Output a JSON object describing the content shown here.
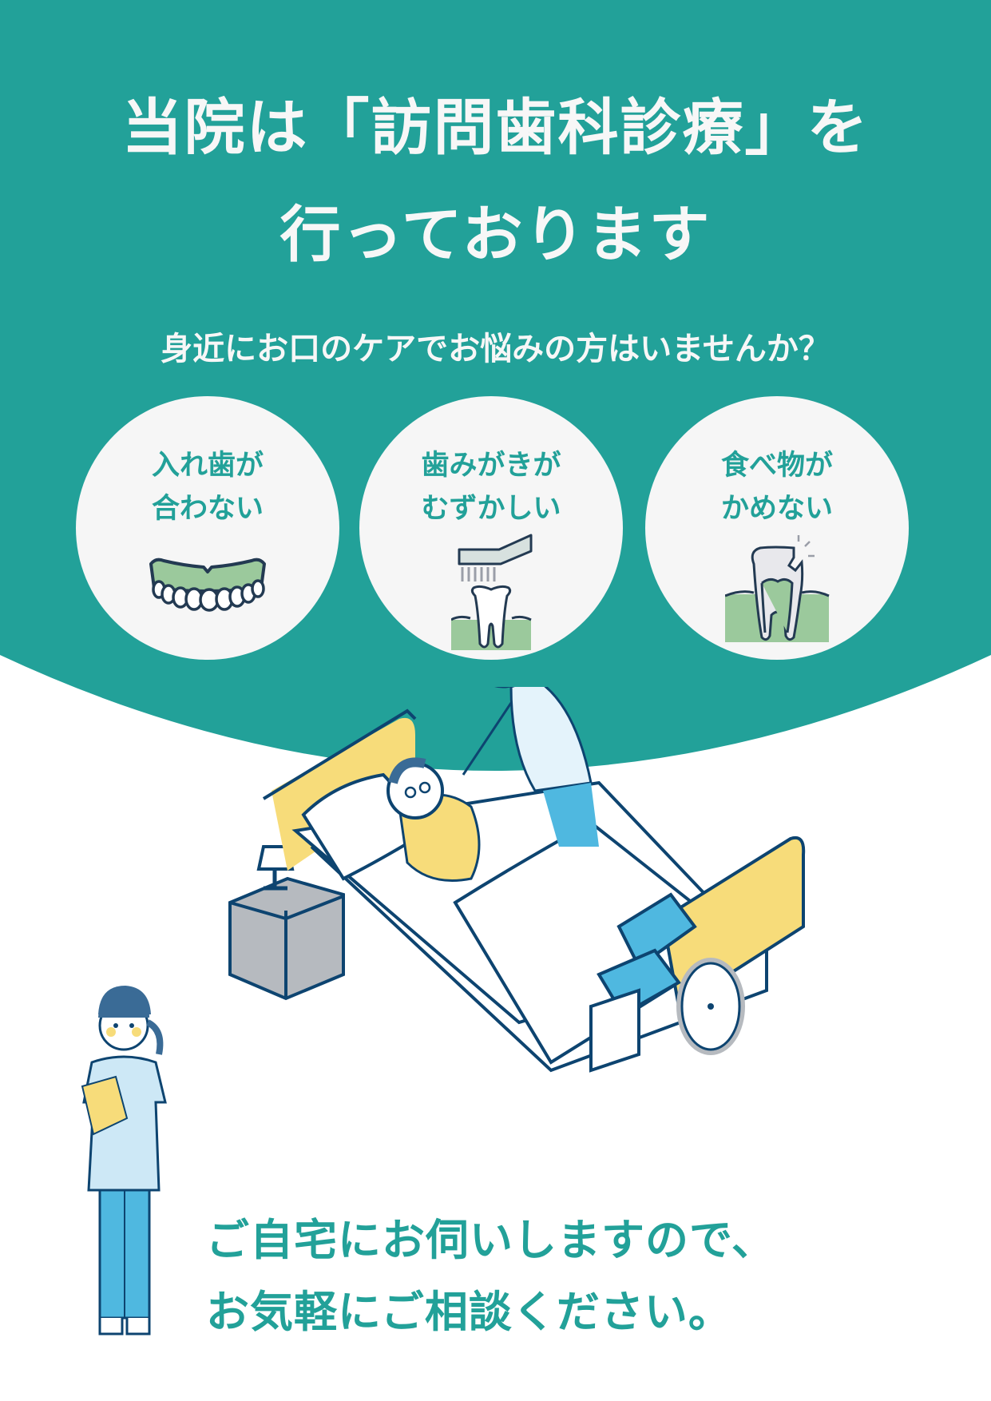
{
  "colors": {
    "teal": "#22a199",
    "circle_bg": "#f6f6f6",
    "gum_green": "#9bc99c",
    "navy": "#0d4470",
    "yellow": "#f7dc7a",
    "sky_blue": "#4fb8e0",
    "gray": "#b6babf"
  },
  "header": {
    "title_line1": "当院は「訪問歯科診療」を",
    "title_line2": "行っております",
    "subtitle": "身近にお口のケアでお悩みの方はいませんか？"
  },
  "concerns": [
    {
      "line1": "入れ歯が",
      "line2": "合わない",
      "icon": "denture-icon"
    },
    {
      "line1": "歯みがきが",
      "line2": "むずかしい",
      "icon": "toothbrush-tooth-icon"
    },
    {
      "line1": "食べ物が",
      "line2": "かめない",
      "icon": "broken-tooth-icon"
    }
  ],
  "closing": {
    "line1": "ご自宅にお伺いしますので、",
    "line2": "お気軽にご相談ください。"
  }
}
